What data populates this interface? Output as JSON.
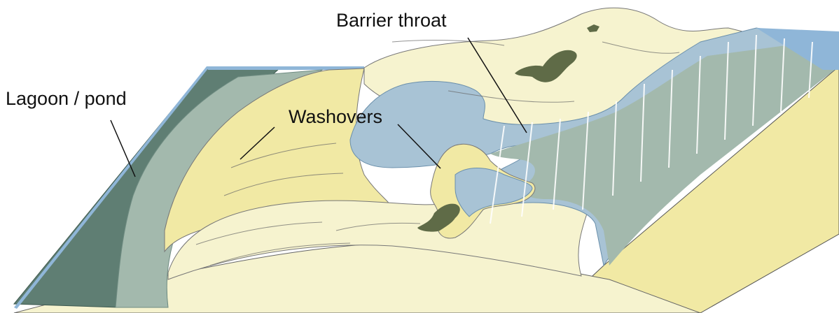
{
  "labels": {
    "lagoon": "Lagoon / pond",
    "washovers": "Washovers",
    "throat": "Barrier throat"
  },
  "colors": {
    "sand_light": "#f6f3cf",
    "sand_yellow": "#f1e9a4",
    "water_blue": "#a8c3d5",
    "water_edge": "#8fb6d8",
    "water_green": "#a3b9ad",
    "lagoon_dark": "#5f7e73",
    "vegetation": "#5f6b47",
    "line": "#333333"
  }
}
